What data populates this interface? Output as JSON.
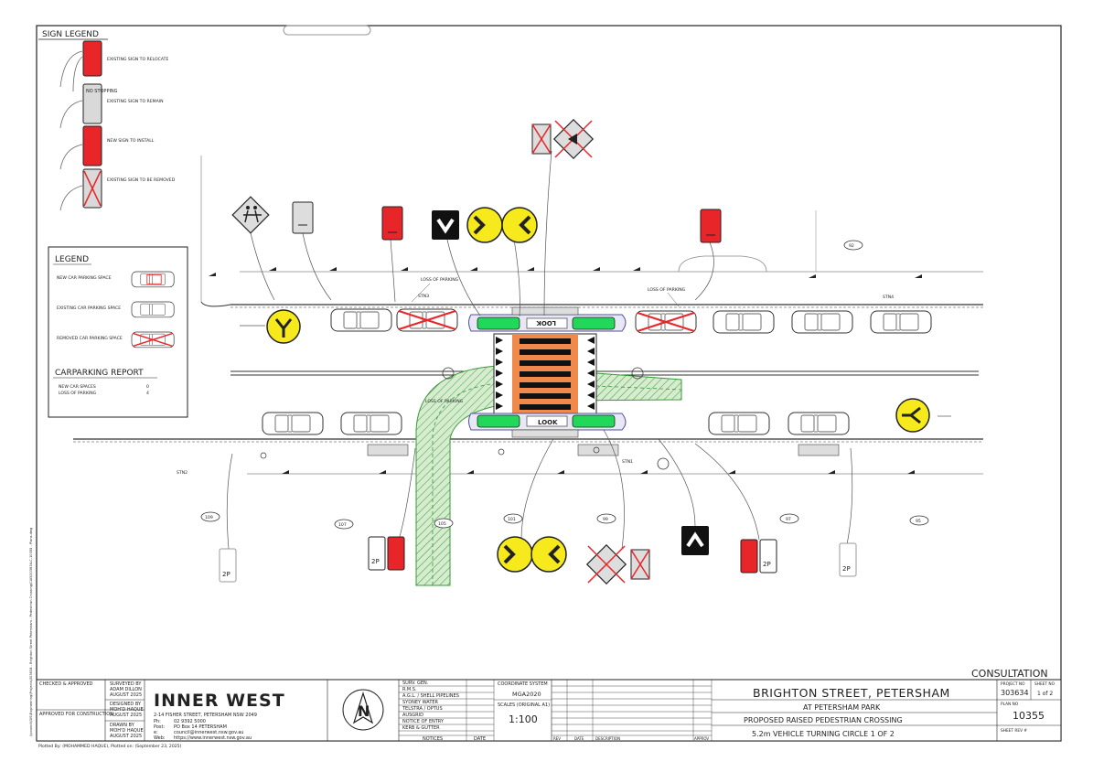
{
  "sign_legend": {
    "title": "SIGN LEGEND",
    "items": [
      {
        "label": "EXISTING SIGN TO RELOCATE"
      },
      {
        "label": "EXISTING SIGN TO REMAIN"
      },
      {
        "label": "NEW SIGN TO INSTALL"
      },
      {
        "label": "EXISTING SIGN TO BE REMOVED"
      }
    ],
    "no_stopping": "NO STOPPING"
  },
  "legend": {
    "title": "LEGEND",
    "items": [
      {
        "label": "NEW CAR PARKING SPACE"
      },
      {
        "label": "EXISTING CAR PARKING SPACE"
      },
      {
        "label": "REMOVED CAR PARKING SPACE"
      }
    ]
  },
  "carparking_report": {
    "title": "CARPARKING REPORT",
    "rows": [
      {
        "label": "NEW CAR SPACES",
        "value": "0"
      },
      {
        "label": "LOSS OF PARKING",
        "value": "4"
      }
    ]
  },
  "plan": {
    "loss_of_parking": "LOSS OF PARKING",
    "crossing_top_word": "LOOK",
    "crossing_bottom_word": "LOOK",
    "station_labels": [
      "STN3",
      "STN4",
      "STN2",
      "STN1"
    ],
    "house_numbers_top": [
      "92"
    ],
    "house_numbers_bottom": [
      "109",
      "107",
      "105",
      "101",
      "99",
      "97",
      "95"
    ],
    "parking_sign_text": "2P",
    "colors": {
      "sign_red": "#e8262a",
      "sign_yellow": "#f7ea1c",
      "island_green": "#22d85a",
      "crossing_orange": "#f08a4b",
      "hatch_green": "#3a9a3a",
      "hatch_fill": "#d6eccf",
      "removed_cross": "#e8262a"
    }
  },
  "margin_text": {
    "left_vertical": "\\\\council\\GIS\\Engineering\\Projects\\303634 - Brighton Street Petersham - Pedestrian Crossing\\CAD\\303634-C-10355 - Plans.dwg",
    "plotted": "Plotted By: (MOHAMMED HAQUE),  Plotted on: (September 23, 2025)"
  },
  "title_block": {
    "consultation": "CONSULTATION",
    "approvals": {
      "checked_approved": "CHECKED & APPROVED",
      "approved_construction": "APPROVED FOR CONSTRUCTION",
      "surveyed_by": "SURVEYED BY",
      "surveyed_name": "ADAM DILLON",
      "surveyed_date": "AUGUST 2025",
      "designed_by": "DESIGNED BY",
      "designed_name": "MOH'D HAQUE",
      "designed_date": "AUGUST 2025",
      "drawn_by": "DRAWN BY",
      "drawn_name": "MOH'D HAQUE",
      "drawn_date": "AUGUST 2025"
    },
    "council": {
      "name": "INNER WEST",
      "address": "2-14 FISHER STREET, PETERSHAM NSW 2049",
      "ph_label": "Ph:",
      "ph": "02 9392 5000",
      "post_label": "Post:",
      "post": "PO Box 14 PETERSHAM",
      "email_label": "e:",
      "email": "council@innerwest.nsw.gov.au",
      "web_label": "Web:",
      "web": "https://www.innerwest.nsw.gov.au"
    },
    "north_letter": "N",
    "notices": {
      "items": [
        "SURV. GEN.",
        "R.M.S.",
        "A.G.L. / SHELL PIPELINES",
        "SYDNEY WATER",
        "TELSTRA / OPTUS",
        "AUSGRID",
        "NOTICE OF ENTRY",
        "KERB & GUTTER"
      ],
      "footer": "NOTICES",
      "date_header": "DATE"
    },
    "coordinate_system_label": "COORDINATE SYSTEM",
    "coordinate_system": "MGA2020",
    "scales_label": "SCALES (ORIGINAL A1)",
    "scale": "1:100",
    "revision_headers": [
      "REV",
      "DATE",
      "DESCRIPTION",
      "APPROV"
    ],
    "project_title": "BRIGHTON STREET, PETERSHAM",
    "subtitle_1": "AT PETERSHAM PARK",
    "subtitle_2": "PROPOSED RAISED PEDESTRIAN CROSSING",
    "subtitle_3": "5.2m VEHICLE TURNING CIRCLE 1 OF 2",
    "project_no_label": "PROJECT NO",
    "project_no": "303634",
    "sheet_no_label": "SHEET NO",
    "sheet_no": "1 of 2",
    "plan_no_label": "PLAN NO",
    "plan_no": "10355",
    "sheet_rev_label": "SHEET REV #"
  }
}
